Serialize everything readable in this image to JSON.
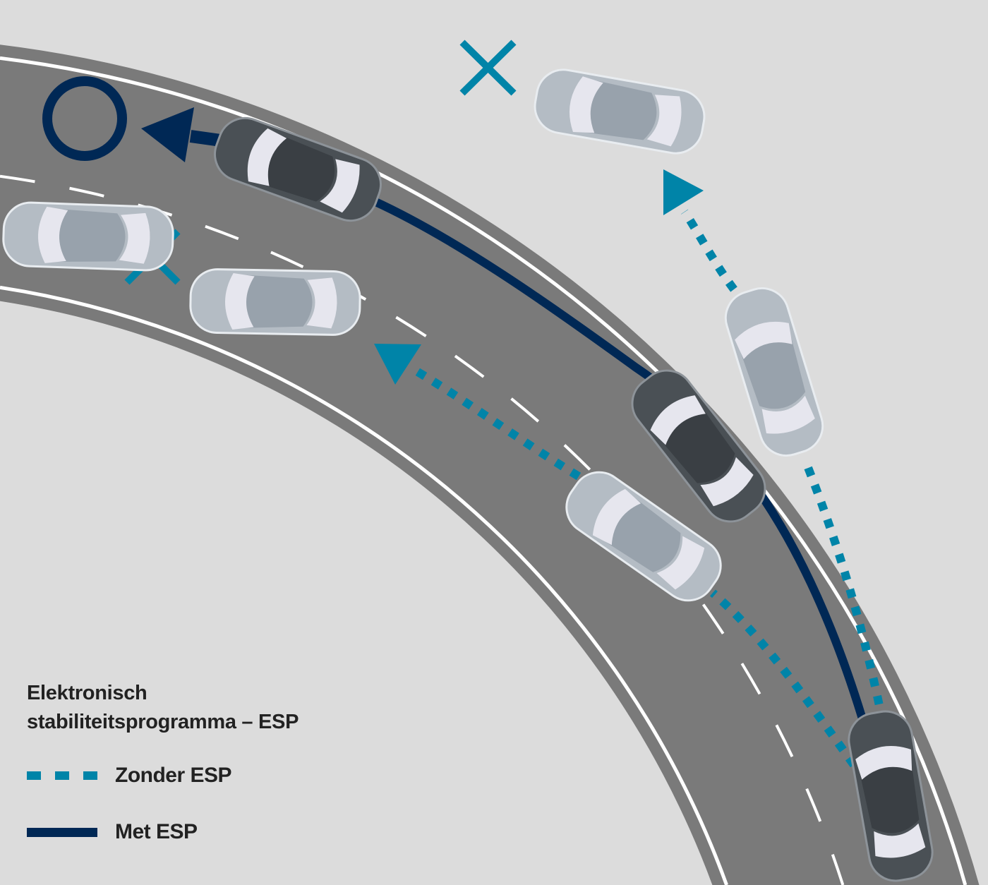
{
  "legend": {
    "title_line1": "Elektronisch",
    "title_line2": "stabiliteitsprogramma – ESP",
    "items": [
      {
        "label": "Zonder ESP",
        "style": "dashed",
        "color": "#0084a8"
      },
      {
        "label": "Met ESP",
        "style": "solid",
        "color": "#002855"
      }
    ]
  },
  "colors": {
    "background": "#dcdcdc",
    "road": "#7a7a7a",
    "with_esp": "#002855",
    "without_esp": "#0084a8"
  },
  "markers": {
    "success": "circle-icon",
    "failure": "cross-icon"
  }
}
